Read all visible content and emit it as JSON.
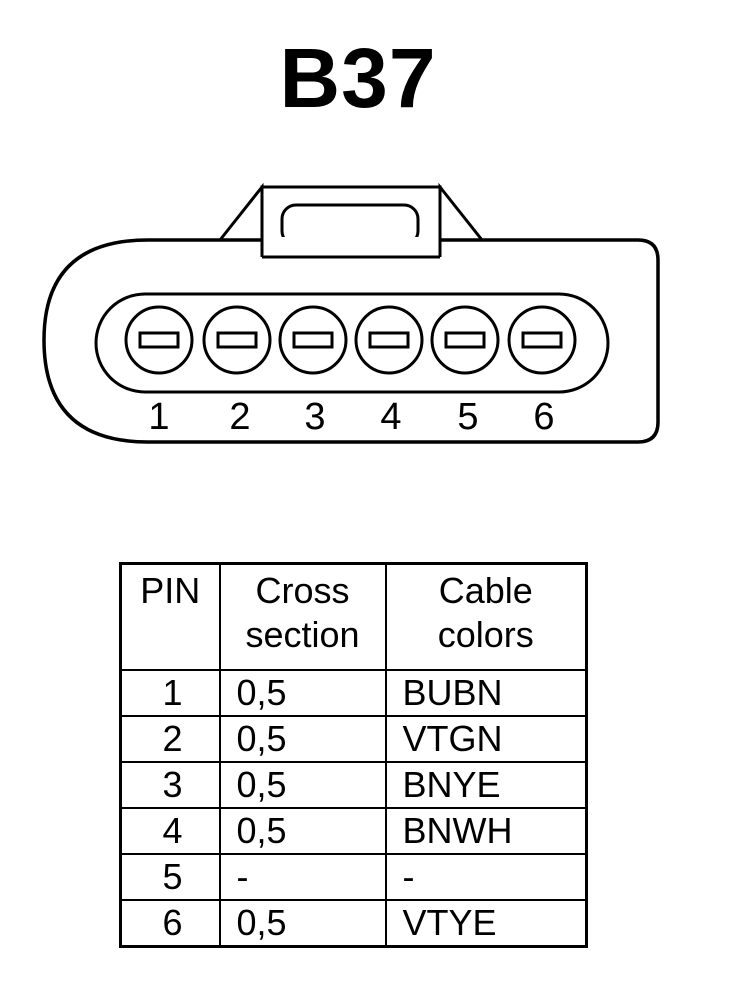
{
  "title": "B37",
  "connector": {
    "pin_labels": [
      "1",
      "2",
      "3",
      "4",
      "5",
      "6"
    ]
  },
  "table": {
    "headers": {
      "pin": "PIN",
      "cross_section": [
        "Cross",
        "section"
      ],
      "cable_colors": [
        "Cable",
        "colors"
      ]
    },
    "rows": [
      {
        "pin": "1",
        "cross_section": "0,5",
        "color": "BUBN"
      },
      {
        "pin": "2",
        "cross_section": "0,5",
        "color": "VTGN"
      },
      {
        "pin": "3",
        "cross_section": "0,5",
        "color": "BNYE"
      },
      {
        "pin": "4",
        "cross_section": "0,5",
        "color": "BNWH"
      },
      {
        "pin": "5",
        "cross_section": "-",
        "color": "-"
      },
      {
        "pin": "6",
        "cross_section": "0,5",
        "color": "VTYE"
      }
    ]
  }
}
